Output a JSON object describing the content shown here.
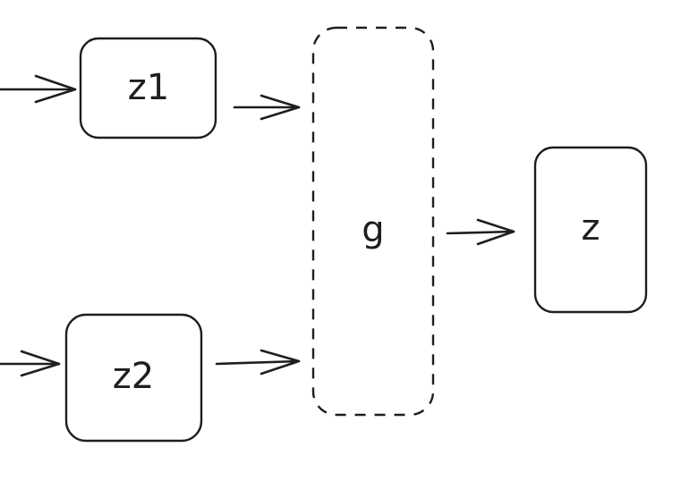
{
  "diagram": {
    "nodes": {
      "z1": {
        "label": "z1"
      },
      "z2": {
        "label": "z2"
      },
      "g": {
        "label": "g"
      },
      "z": {
        "label": "z"
      }
    }
  }
}
